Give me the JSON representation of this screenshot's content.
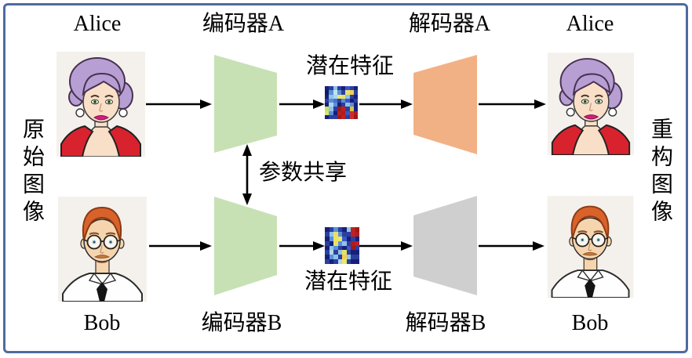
{
  "figure": {
    "left_vertical_label": "原始图像",
    "right_vertical_label": "重构图像",
    "param_share_label": "参数共享"
  },
  "top_row": {
    "input_label": "Alice",
    "encoder_label": "编码器A",
    "latent_label": "潜在特征",
    "decoder_label": "解码器A",
    "output_label": "Alice",
    "input_image": "alice-cartoon-face",
    "output_image": "alice-cartoon-face"
  },
  "bottom_row": {
    "input_label": "Bob",
    "encoder_label": "编码器B",
    "latent_label": "潜在特征",
    "decoder_label": "解码器B",
    "output_label": "Bob",
    "input_image": "bob-cartoon-face",
    "output_image": "bob-cartoon-face"
  },
  "colors": {
    "frame_border": "#4e6b9f",
    "encoder_fill": "#c7e1b5",
    "decoder_a_fill": "#f2b185",
    "decoder_b_fill": "#cfcfcf",
    "arrow": "#000000"
  },
  "heatmaps": {
    "latent_a": [
      [
        "#16207a",
        "#2b3f9e",
        "#8fc3e8",
        "#2b3f9e",
        "#16207a",
        "#3a57c9",
        "#2b3f9e",
        "#16207a"
      ],
      [
        "#0d1b6b",
        "#5a8fd8",
        "#bfe3ef",
        "#5a8fd8",
        "#2b3f9e",
        "#e8e06a",
        "#f0d050",
        "#2b3f9e"
      ],
      [
        "#16207a",
        "#8fc3e8",
        "#aed6ea",
        "#e8e86a",
        "#f0e060",
        "#8fc3e8",
        "#2b3f9e",
        "#16207a"
      ],
      [
        "#2b3f9e",
        "#5a8fd8",
        "#4a6fd0",
        "#2b3f9e",
        "#5a8fd8",
        "#3a57c9",
        "#16207a",
        "#2b3f9e"
      ],
      [
        "#16207a",
        "#aed6ea",
        "#5a8fd8",
        "#16207a",
        "#2b3f9e",
        "#8fc3e8",
        "#5a8fd8",
        "#16207a"
      ],
      [
        "#c8e060",
        "#8fc3e8",
        "#2b3f9e",
        "#a01818",
        "#c02020",
        "#2b3f9e",
        "#e0c040",
        "#16207a"
      ],
      [
        "#d8e868",
        "#5a8fd8",
        "#16207a",
        "#c02020",
        "#b01c1c",
        "#3a57c9",
        "#c83030",
        "#b01c1c"
      ],
      [
        "#16207a",
        "#2b3f9e",
        "#2b3f9e",
        "#a01818",
        "#c02020",
        "#2b3f9e",
        "#c83030",
        "#a01818"
      ]
    ],
    "latent_b": [
      [
        "#16207a",
        "#2b3f9e",
        "#5a8fd8",
        "#2b3f9e",
        "#16207a",
        "#8fc3e8",
        "#c02020",
        "#a01818"
      ],
      [
        "#2b3f9e",
        "#8fc3e8",
        "#e8e06a",
        "#5a8fd8",
        "#2b3f9e",
        "#2b3f9e",
        "#c02020",
        "#b01c1c"
      ],
      [
        "#16207a",
        "#5a8fd8",
        "#f0e060",
        "#e8e86a",
        "#3a57c9",
        "#16207a",
        "#2b3f9e",
        "#16207a"
      ],
      [
        "#2b3f9e",
        "#16207a",
        "#e8e06a",
        "#5a8fd8",
        "#8fc3e8",
        "#2b3f9e",
        "#b01c1c",
        "#c02020"
      ],
      [
        "#16207a",
        "#8fc3e8",
        "#5a8fd8",
        "#2b3f9e",
        "#16207a",
        "#3a57c9",
        "#a01818",
        "#2b3f9e"
      ],
      [
        "#2b3f9e",
        "#aed6ea",
        "#2b3f9e",
        "#8fc3e8",
        "#e8e06a",
        "#2b3f9e",
        "#16207a",
        "#16207a"
      ],
      [
        "#16207a",
        "#5a8fd8",
        "#8fc3e8",
        "#2b3f9e",
        "#f0d050",
        "#8fc3e8",
        "#2b3f9e",
        "#2b3f9e"
      ],
      [
        "#2b3f9e",
        "#16207a",
        "#2b3f9e",
        "#aed6ea",
        "#e8e86a",
        "#2b3f9e",
        "#16207a",
        "#16207a"
      ]
    ]
  }
}
